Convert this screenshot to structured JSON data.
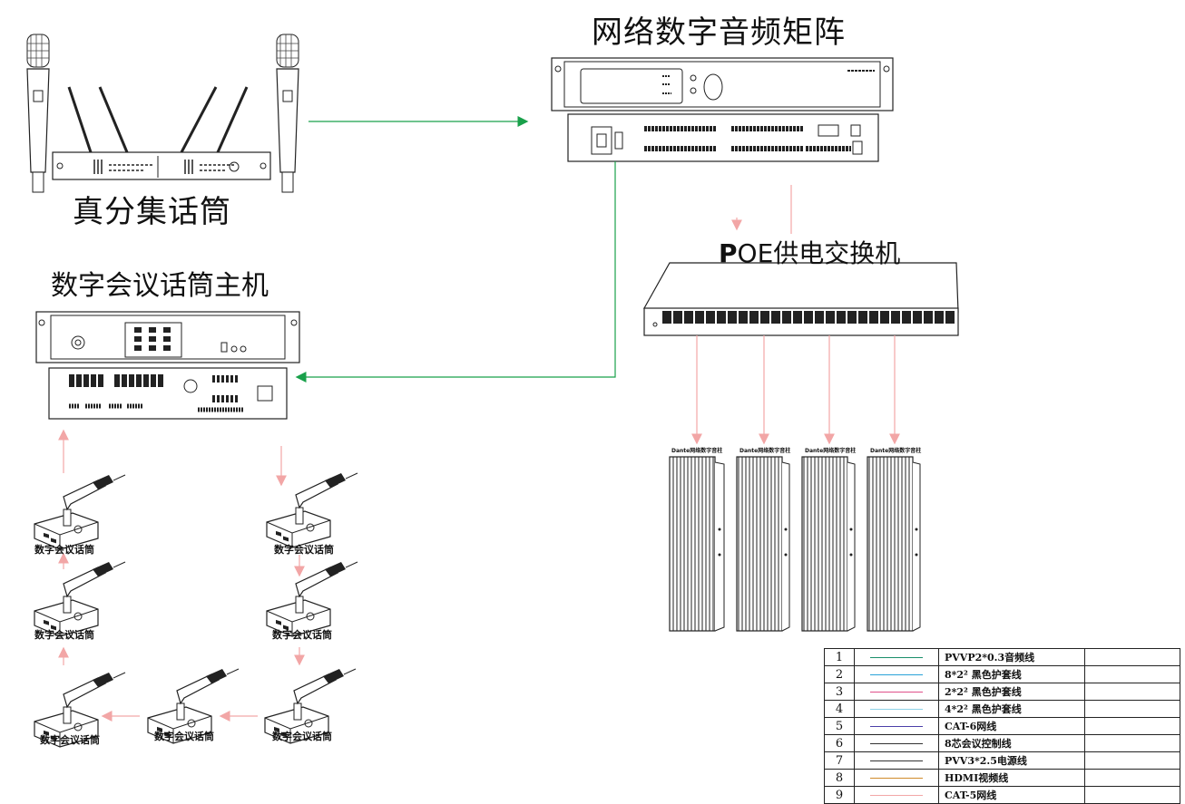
{
  "labels": {
    "matrix": "网络数字音频矩阵",
    "wireless_mic": "真分集话筒",
    "conference_host": "数字会议话筒主机",
    "poe_switch_p": "P",
    "poe_switch_rest": "OE供电交换机"
  },
  "speakers": [
    {
      "label": "Dante网络数字音柱"
    },
    {
      "label": "Dante网络数字音柱"
    },
    {
      "label": "Dante网络数字音柱"
    },
    {
      "label": "Dante网络数字音柱"
    }
  ],
  "conference_mics": [
    {
      "label": "数字会议话筒"
    },
    {
      "label": "数字会议话筒"
    },
    {
      "label": "数字会议话筒"
    },
    {
      "label": "数字会议话筒"
    },
    {
      "label": "数字会议话筒"
    },
    {
      "label": "数字会议话筒"
    },
    {
      "label": "数字会议话筒"
    }
  ],
  "colors": {
    "green_line": "#19a04a",
    "pink_line": "#f2a6a6"
  },
  "legend": [
    {
      "num": "1",
      "color": "#1a8f6a",
      "desc": "PVVP2*0.3音频线"
    },
    {
      "num": "2",
      "color": "#2aa3d8",
      "desc": "8*2² 黑色护套线"
    },
    {
      "num": "3",
      "color": "#e0508a",
      "desc": "2*2² 黑色护套线"
    },
    {
      "num": "4",
      "color": "#8fd3e8",
      "desc": "4*2² 黑色护套线"
    },
    {
      "num": "5",
      "color": "#4b3fa8",
      "desc": "CAT-6网线"
    },
    {
      "num": "6",
      "color": "#333333",
      "desc": "8芯会议控制线"
    },
    {
      "num": "7",
      "color": "#333333",
      "desc": "PVV3*2.5电源线"
    },
    {
      "num": "8",
      "color": "#d08a2a",
      "desc": "HDMI视频线"
    },
    {
      "num": "9",
      "color": "#f2a6a6",
      "desc": "CAT-5网线"
    }
  ]
}
